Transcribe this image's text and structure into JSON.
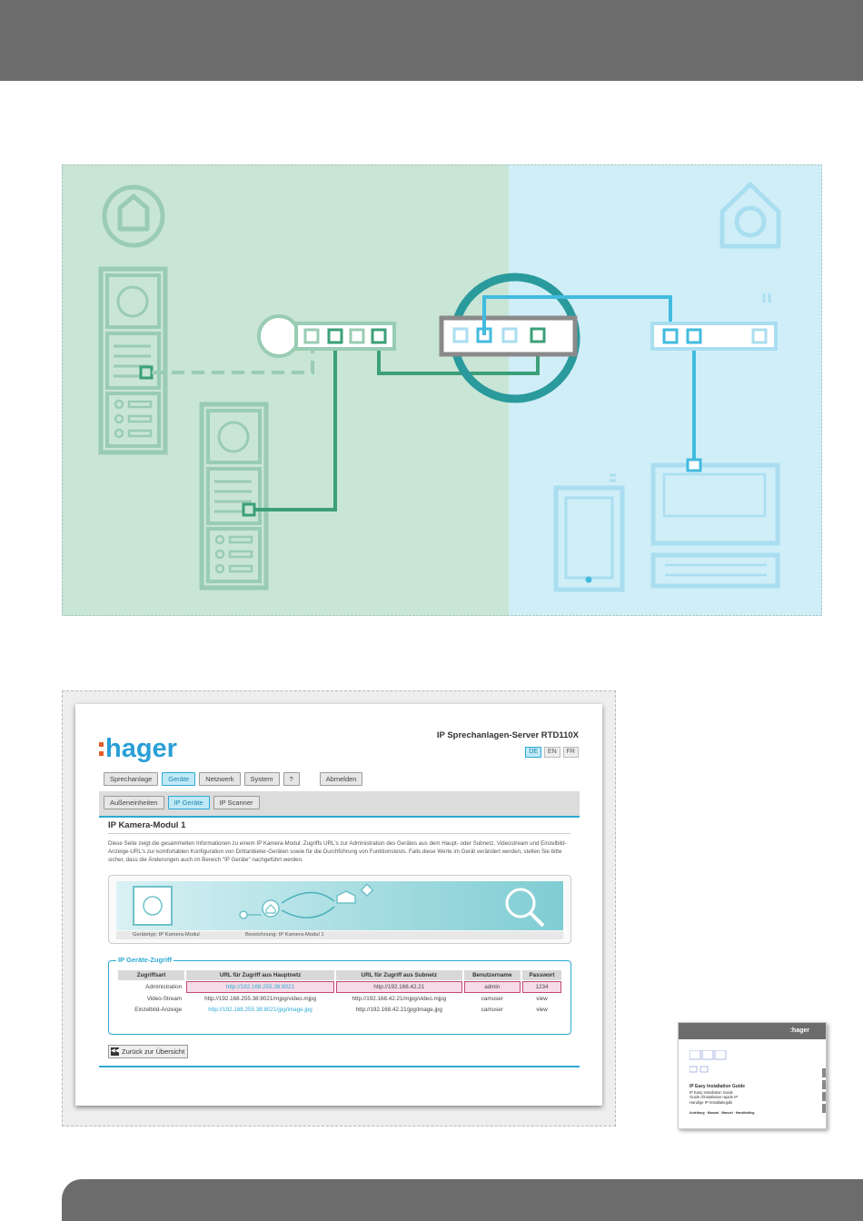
{
  "colors": {
    "header_gray": "#6d6c6c",
    "green_area": "#c9e5d6",
    "blue_area": "#d0eef8",
    "green_line": "#3b9f78",
    "green_light": "#99ccb3",
    "blue_line": "#42bbdf",
    "blue_light": "#a9def0",
    "router_gray": "#8a8a8a",
    "accent_blue": "#2ea9d4",
    "brand_orange": "#e35c2b",
    "brand_blue": "#2a9fd6"
  },
  "screenshot": {
    "logo": "hager",
    "server_title": "IP Sprechanlagen-Server RTD110X",
    "languages": [
      {
        "label": "DE",
        "active": true
      },
      {
        "label": "EN",
        "active": false
      },
      {
        "label": "FR",
        "active": false
      }
    ],
    "tabs": [
      {
        "label": "Sprechanlage",
        "active": false
      },
      {
        "label": "Geräte",
        "active": true
      },
      {
        "label": "Netzwerk",
        "active": false
      },
      {
        "label": "System",
        "active": false
      },
      {
        "label": "?",
        "active": false
      },
      {
        "label": "Abmelden",
        "active": false
      }
    ],
    "subtabs": [
      {
        "label": "Außeneinheiten",
        "active": false
      },
      {
        "label": "IP Geräte",
        "active": true
      },
      {
        "label": "IP Scanner",
        "active": false
      }
    ],
    "page_title": "IP Kamera-Modul 1",
    "description": "Diese Seite zeigt die gesammelten Informationen zu einem IP Kamera-Modul: Zugriffs URL's zur Administration des Gerätes aus dem Haupt- oder Subnetz, Videostream und Einzelbild-Anzeige-URL's zur komfortablen Konfiguration von Drittanbieter-Geräten sowie für die Durchführung von Funktionstests. Falls diese Werte im Gerät verändert werden, stellen Sie bitte sicher, dass die Änderungen auch im Bereich \"IP Geräte\" nachgeführt werden.",
    "device_type": "Gerätetyp: IP Kamera-Modul",
    "device_name": "Bezeichnung: IP Kamera-Modul 1",
    "access_title": "IP Geräte-Zugriff",
    "table_headers": [
      "Zugriffsart",
      "URL für Zugriff aus Hauptnetz",
      "URL für Zugriff aus Subnetz",
      "Benutzername",
      "Passwort"
    ],
    "table_rows": [
      [
        "Administration",
        "http://192.168.255.38:8021",
        "http://192.168.42.21",
        "admin",
        "1234"
      ],
      [
        "Video-Stream",
        "http://192.168.255.38:8021/mjpg/video.mjpg",
        "http://192.168.42.21/mjpg/video.mjpg",
        "camuser",
        "view"
      ],
      [
        "Einzelbild-Anzeige",
        "http://192.168.255.38:8021/jpg/image.jpg",
        "http://192.168.42.21/jpg/image.jpg",
        "camuser",
        "view"
      ]
    ],
    "back_button": "Zurück zur Übersicht"
  },
  "manual": {
    "logo": ":hager",
    "lines": [
      "IP Easy Installation Guide",
      "IP Easy Installation Guide",
      "Guide d'installation rapide IP",
      "Handige IP-installatiegids"
    ],
    "footer": "Anleitung · Manual · Manuel · Handleiding"
  }
}
